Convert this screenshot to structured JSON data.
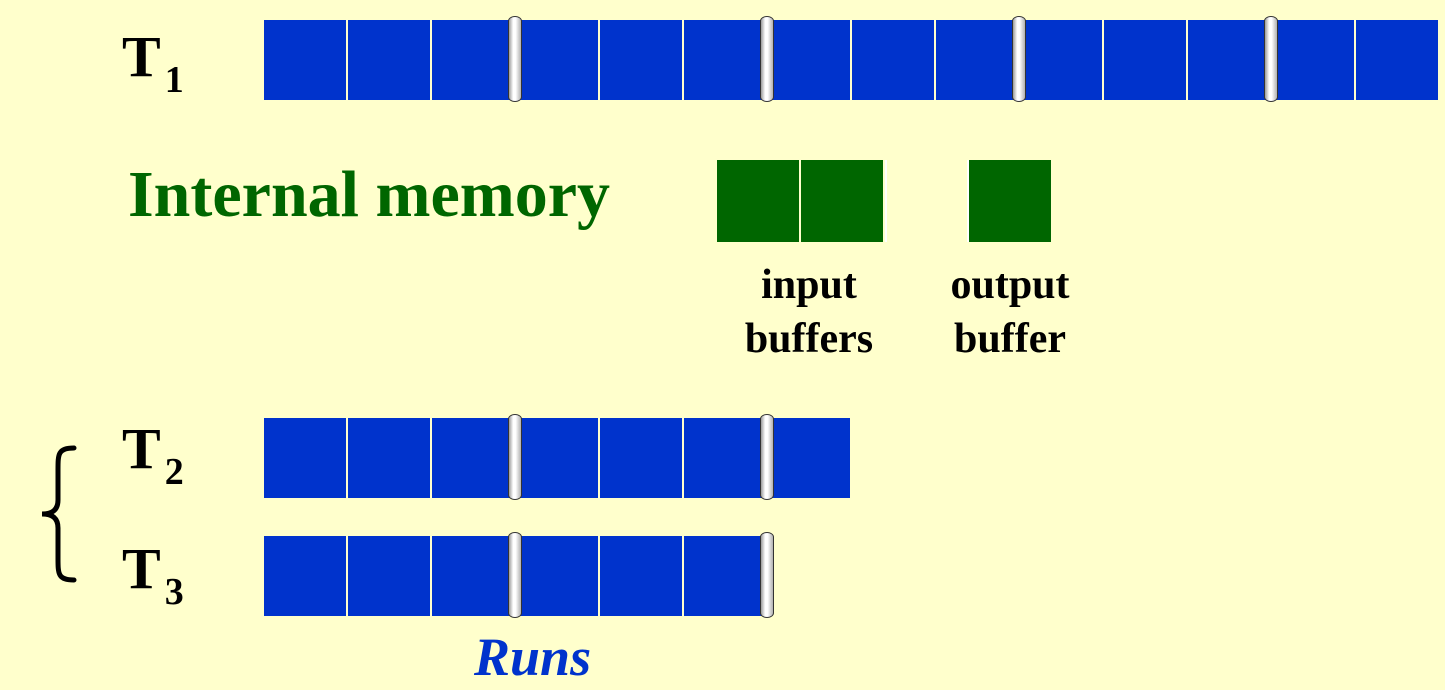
{
  "tapes": [
    {
      "id": "t1",
      "letter": "T",
      "subscript": "1",
      "blocks": 14,
      "run_breaks_after_block": [
        3,
        6,
        9,
        12
      ]
    },
    {
      "id": "t2",
      "letter": "T",
      "subscript": "2",
      "blocks": 7,
      "run_breaks_after_block": [
        3,
        6
      ]
    },
    {
      "id": "t3",
      "letter": "T",
      "subscript": "3",
      "blocks": 6,
      "run_breaks_after_block": [
        3,
        6
      ]
    }
  ],
  "internal_memory": {
    "title": "Internal memory",
    "slots": [
      "filled",
      "filled",
      "empty",
      "filled"
    ],
    "input_label_line1": "input",
    "input_label_line2": "buffers",
    "output_label_line1": "output",
    "output_label_line2": "buffer"
  },
  "runs_label": "Runs",
  "colors": {
    "background": "#ffffcc",
    "tape_block": "#0033cc",
    "memory_block": "#006600",
    "title": "#006600",
    "runs_label": "#0033cc"
  }
}
